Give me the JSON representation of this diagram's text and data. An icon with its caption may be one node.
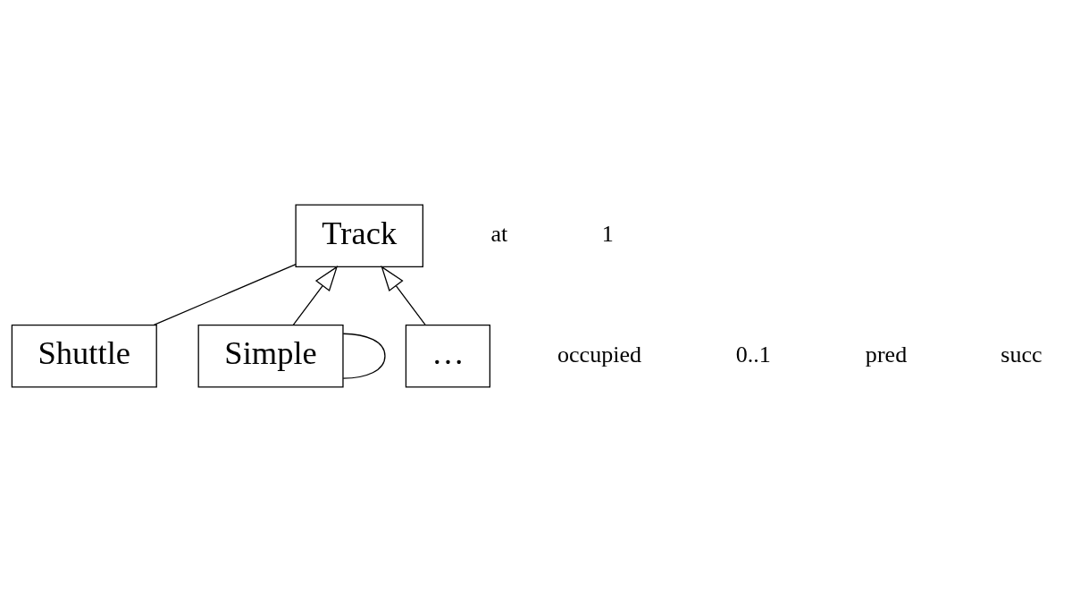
{
  "diagram": {
    "nodes": [
      {
        "text": [
          "Track"
        ]
      },
      {
        "text": [
          "Shuttle"
        ]
      },
      {
        "text": [
          "Simple"
        ]
      },
      {
        "text": [
          "…"
        ]
      }
    ],
    "edges": [
      {
        "from": 0,
        "to": 1,
        "arrow": "none"
      },
      {
        "from": 2,
        "to": 0,
        "arrow": "to"
      },
      {
        "from": 3,
        "to": 0,
        "arrow": "to"
      },
      {
        "from": 2,
        "to": 2,
        "arrow": "none"
      }
    ],
    "labels": [
      "at",
      "occupied",
      "1",
      "0..1",
      "pred",
      "succ"
    ]
  }
}
